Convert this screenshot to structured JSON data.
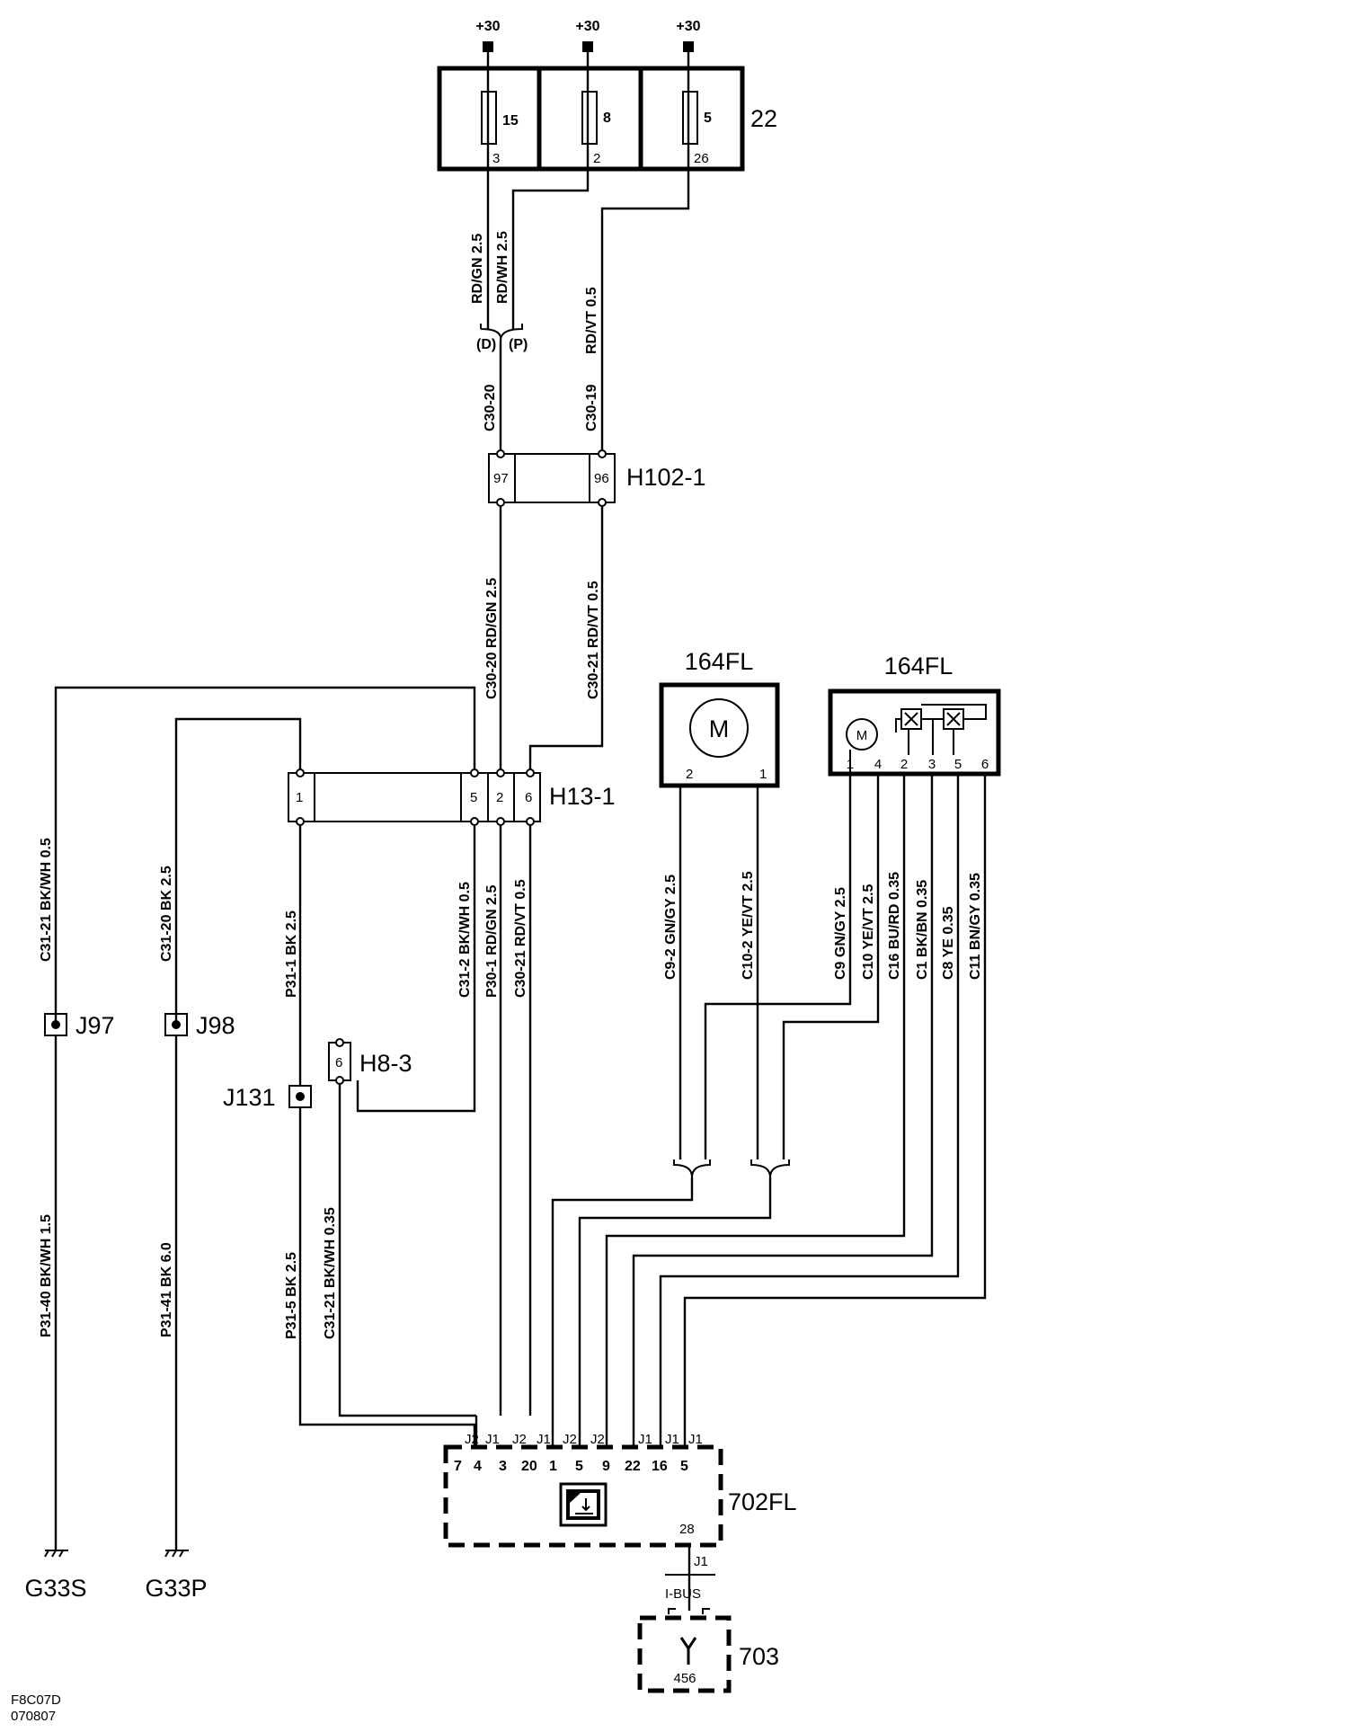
{
  "supply": {
    "t1": "+30",
    "t2": "+30",
    "t3": "+30"
  },
  "fusebox": {
    "id": "22",
    "fuse_a": "15",
    "fuse_b": "8",
    "fuse_c": "5",
    "pin_a": "3",
    "pin_b": "2",
    "pin_c": "26"
  },
  "wires_top": {
    "w1": "RD/GN  2.5",
    "w2": "RD/WH  2.5",
    "w3": "RD/VT  0.5",
    "split_d": "(D)",
    "split_p": "(P)",
    "c1": "C30-20",
    "c2": "C30-19"
  },
  "h102": {
    "id": "H102-1",
    "p1": "97",
    "p2": "96"
  },
  "wires_mid": {
    "w1": "C30-20  RD/GN  2.5",
    "w2": "C30-21  RD/VT  0.5"
  },
  "h13": {
    "id": "H13-1",
    "p1": "1",
    "p5": "5",
    "p2": "2",
    "p6": "6"
  },
  "motor1": {
    "id": "164FL",
    "symbol": "M",
    "pin1": "2",
    "pin2": "1"
  },
  "motor2": {
    "id": "164FL",
    "symbol": "M",
    "pins": [
      "1",
      "4",
      "2",
      "3",
      "5",
      "6"
    ]
  },
  "wires_h13_down": {
    "p31_1": "P31-1  BK  2.5",
    "c31_2": "C31-2  BK/WH  0.5",
    "p30_1": "P30-1  RD/GN  2.5",
    "c30_21": "C30-21  RD/VT  0.5"
  },
  "wires_motor": {
    "c9_2": "C9-2  GN/GY  2.5",
    "c10_2": "C10-2  YE/VT  2.5",
    "c9": "C9  GN/GY  2.5",
    "c10": "C10  YE/VT  2.5",
    "c16": "C16  BU/RD  0.35",
    "c1": "C1  BK/BN  0.35",
    "c8": "C8  YE  0.35",
    "c11": "C11  BN/GY  0.35"
  },
  "ground": {
    "j97": "J97",
    "j98": "J98",
    "w_j97_top": "C31-21  BK/WH  0.5",
    "w_j98_top": "C31-20  BK  2.5",
    "w_j97_bot": "P31-40  BK/WH  1.5",
    "w_j98_bot": "P31-41  BK  6.0",
    "g1": "G33S",
    "g2": "G33P"
  },
  "h8": {
    "id": "H8-3",
    "pin": "6"
  },
  "j131": {
    "id": "J131"
  },
  "wires_low": {
    "p31_5": "P31-5  BK  2.5",
    "c31_21": "C31-21  BK/WH  0.35"
  },
  "module": {
    "id": "702FL",
    "connectors": [
      "J2",
      "J1",
      "J2",
      "J1",
      "J2",
      "J2",
      "J1",
      "J1",
      "J1"
    ],
    "pins": [
      "7",
      "4",
      "3",
      "20",
      "1",
      "5",
      "9",
      "22",
      "16",
      "5"
    ],
    "bus_pin": "28",
    "bus_conn": "J1"
  },
  "bus": {
    "label": "I-BUS"
  },
  "node703": {
    "id": "703",
    "pin": "456"
  },
  "footer": {
    "code1": "F8C07D",
    "code2": "070807"
  }
}
